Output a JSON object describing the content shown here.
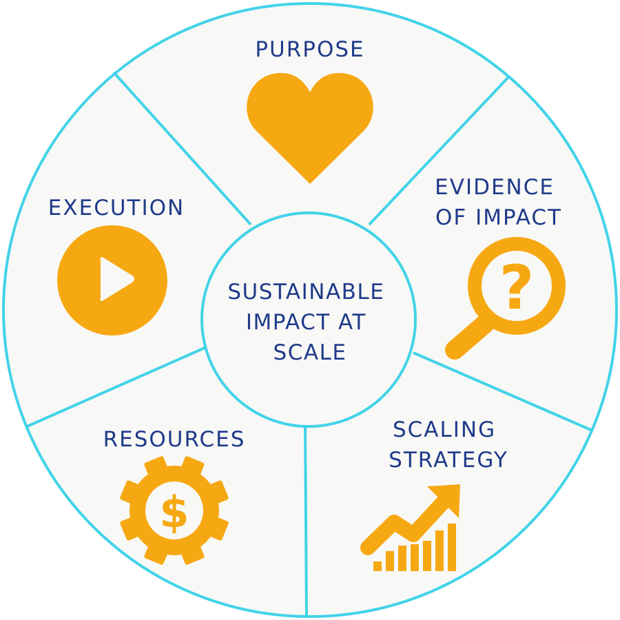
{
  "center": {
    "lines": [
      "SUSTAINABLE",
      "IMPACT AT",
      "SCALE"
    ]
  },
  "segments": [
    {
      "id": "purpose",
      "lines": [
        "PURPOSE"
      ],
      "icon": "heart-icon"
    },
    {
      "id": "evidence",
      "lines": [
        "EVIDENCE",
        "OF IMPACT"
      ],
      "icon": "magnifier-question-icon"
    },
    {
      "id": "scaling",
      "lines": [
        "SCALING",
        "STRATEGY"
      ],
      "icon": "growth-chart-icon"
    },
    {
      "id": "resources",
      "lines": [
        "RESOURCES"
      ],
      "icon": "money-gear-icon"
    },
    {
      "id": "execution",
      "lines": [
        "EXECUTION"
      ],
      "icon": "play-icon"
    }
  ],
  "icon_glyphs": {
    "question": "?",
    "dollar": "$"
  },
  "colors": {
    "ring": "#41d3e8",
    "segment_fill": "#f8f8f6",
    "icon": "#f6a812",
    "text": "#1f3a8a"
  }
}
